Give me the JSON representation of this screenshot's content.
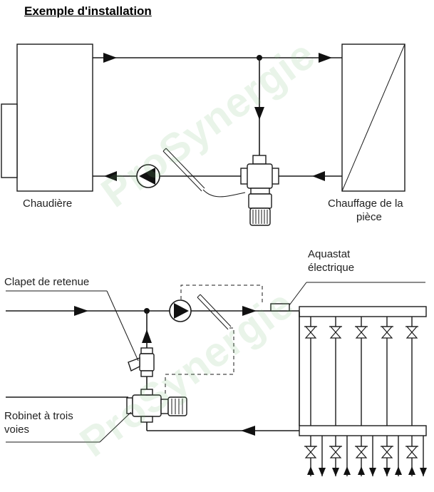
{
  "title": "Exemple d'installation",
  "labels": {
    "boiler": "Chaudière",
    "room_heating_line1": "Chauffage de la",
    "room_heating_line2": "pièce",
    "check_valve": "Clapet de retenue",
    "aquastat_line1": "Aquastat",
    "aquastat_line2": "électrique",
    "three_way_line1": "Robinet à trois",
    "three_way_line2": "voies"
  },
  "watermark": {
    "text": "ProSynergie",
    "color": "#78b978"
  },
  "colors": {
    "line": "#1a1a1a",
    "background": "#ffffff"
  }
}
